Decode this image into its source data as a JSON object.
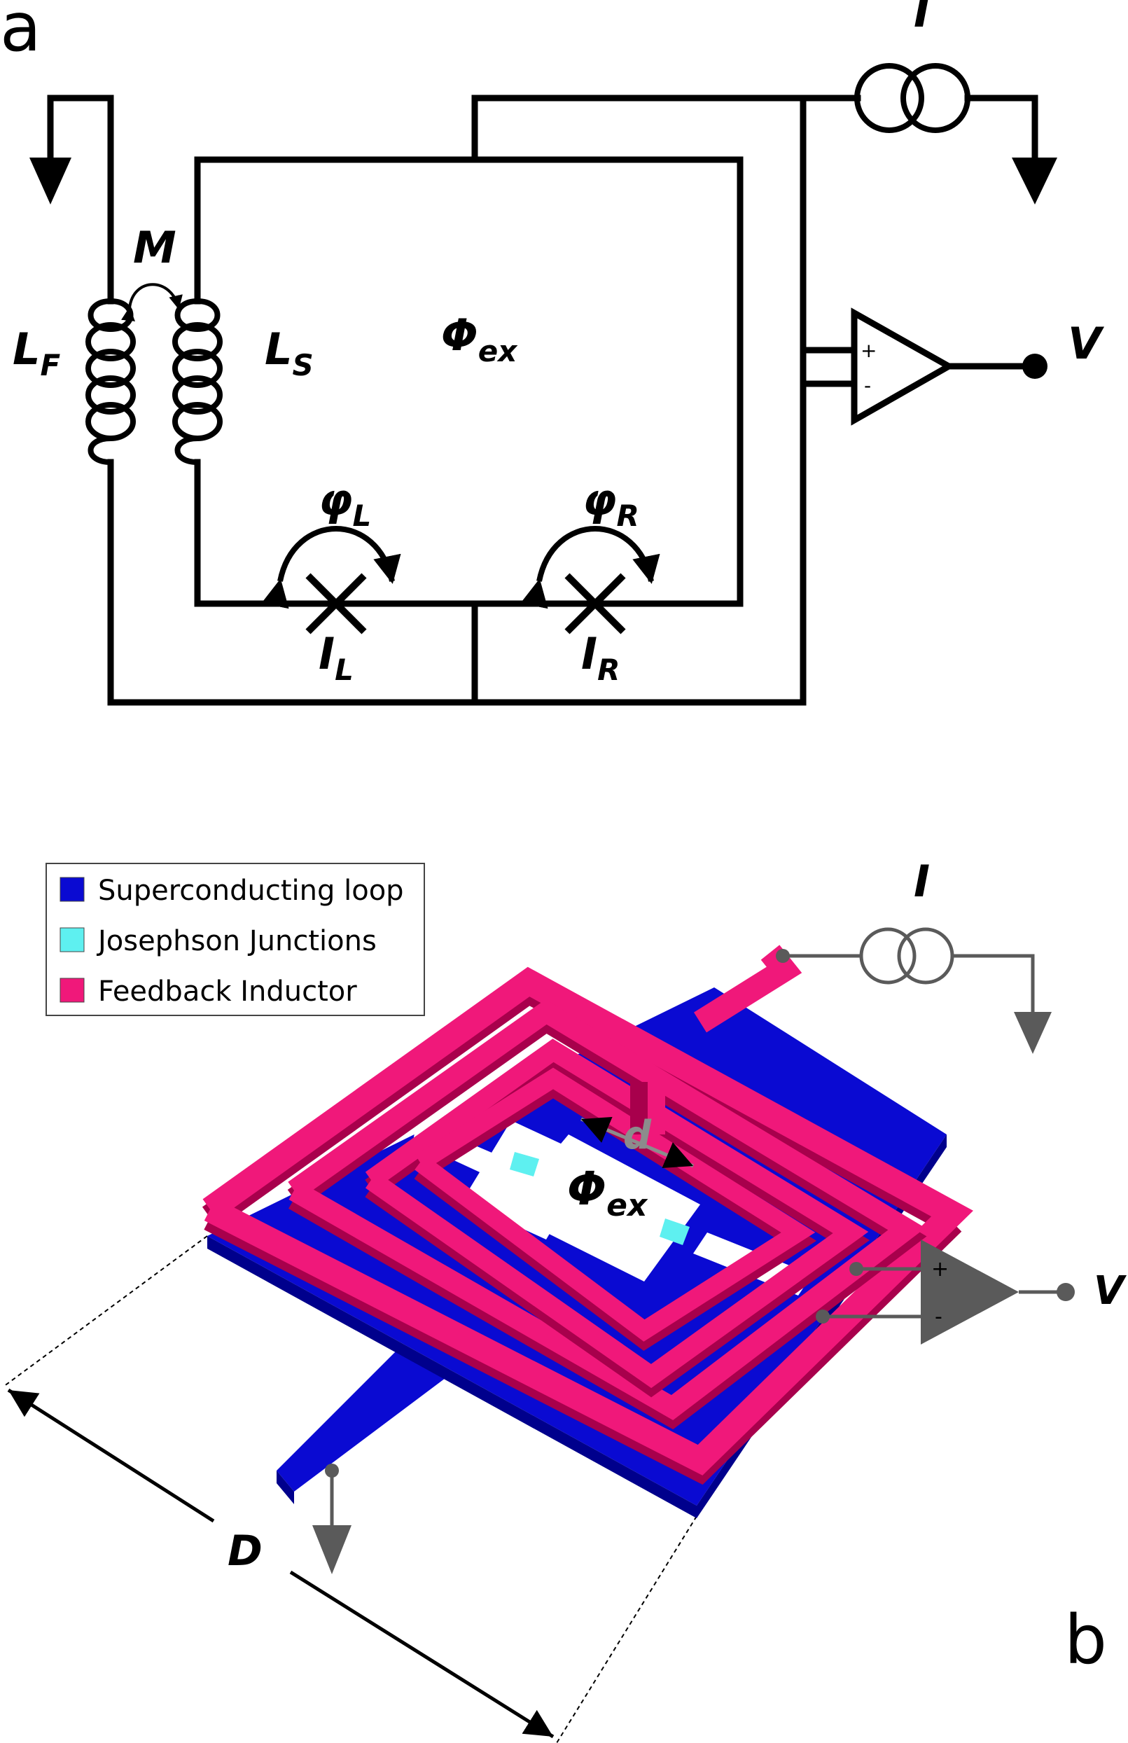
{
  "panels": {
    "a": "a",
    "b": "b"
  },
  "circuit": {
    "labels": {
      "current_source": "I",
      "mutual": "M",
      "feedback_inductor": "L",
      "feedback_inductor_sub": "F",
      "squid_inductor": "L",
      "squid_inductor_sub": "S",
      "flux": "Φ",
      "flux_sub": "ex",
      "phase_left": "φ",
      "phase_left_sub": "L",
      "phase_right": "φ",
      "phase_right_sub": "R",
      "junction_left": "I",
      "junction_left_sub": "L",
      "junction_right": "I",
      "junction_right_sub": "R",
      "output": "V",
      "amp_plus": "+",
      "amp_minus": "-"
    }
  },
  "device": {
    "legend": [
      {
        "label": "Superconducting loop",
        "color": "#0a0ad2"
      },
      {
        "label": "Josephson Junctions",
        "color": "#5ef0f0"
      },
      {
        "label": "Feedback Inductor",
        "color": "#f0187a"
      }
    ],
    "labels": {
      "current_source": "I",
      "gap": "d",
      "flux": "Φ",
      "flux_sub": "ex",
      "output": "V",
      "amp_plus": "+",
      "amp_minus": "-",
      "dimension": "D"
    }
  },
  "colors": {
    "loop": "#0a0ad2",
    "loop_side": "#00008c",
    "junction": "#5ef0f0",
    "inductor": "#f0187a",
    "inductor_side": "#a8004c",
    "gray": "#5a5a5a"
  }
}
